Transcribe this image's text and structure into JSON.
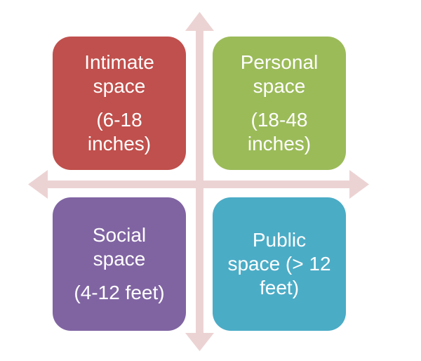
{
  "colors": {
    "axis": "#ecd3d3",
    "intimate": "#c0504d",
    "personal": "#9bbb59",
    "social": "#8064a2",
    "public": "#4bacc6",
    "text": "#ffffff"
  },
  "quadrants": {
    "intimate": {
      "lines": [
        "Intimate",
        "space"
      ],
      "range": [
        "(6-18",
        "inches)"
      ]
    },
    "personal": {
      "lines": [
        "Personal",
        "space"
      ],
      "range": [
        "(18-48",
        "inches)"
      ]
    },
    "social": {
      "lines": [
        "Social",
        "space"
      ],
      "range": [
        "(4-12 feet)"
      ]
    },
    "public": {
      "lines": [
        "Public",
        "space (> 12",
        "feet)"
      ]
    }
  }
}
